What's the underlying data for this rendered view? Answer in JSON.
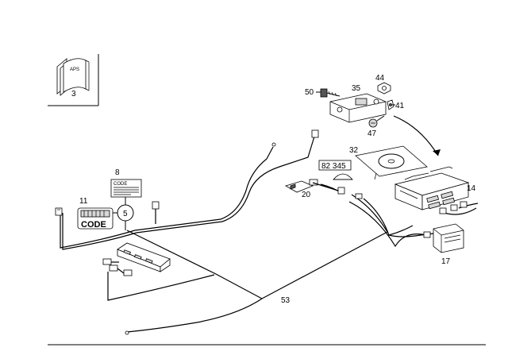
{
  "callouts": {
    "manual": "3",
    "manual_cover": "APS",
    "code_card": "8",
    "code_card_header": "CODE",
    "radio_code": "11",
    "radio_code_text": "CODE",
    "circle_ref": "5",
    "bracket": "35",
    "nut": "44",
    "bolt": "50",
    "clip": "41",
    "screw": "47",
    "cd_disc": "32",
    "part_number": "82 345",
    "antenna_part": "20",
    "navigation_unit": "14",
    "control_module": "17",
    "wiring_harness": "53"
  },
  "colors": {
    "line": "#000000",
    "background": "#ffffff"
  }
}
